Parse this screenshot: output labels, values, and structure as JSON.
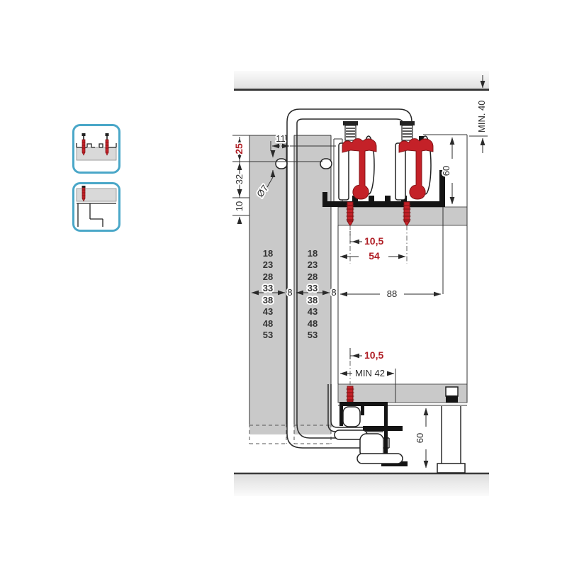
{
  "legend": {
    "top_icon": "track-screw-fixing-icon",
    "bottom_icon": "profile-screw-fixing-icon"
  },
  "dims": {
    "ceiling_clearance": "MIN. 40",
    "tube_offset": "11",
    "top_red": "25",
    "mid": "32",
    "small": "10",
    "hole": "Ø7",
    "track_h_top": "60",
    "track_h_bottom": "60",
    "gap_left": "8",
    "gap_right": "8",
    "depth": "88",
    "screw_offset_top": "10,5",
    "screw_spacing": "54",
    "screw_offset_bottom": "10,5",
    "min_clearance_bottom": "MIN 42"
  },
  "thicknesses": [
    "18",
    "23",
    "28",
    "33",
    "38",
    "43",
    "48",
    "53"
  ],
  "colors": {
    "accent": "#c42128",
    "dim_red": "#b01f26",
    "icon_border": "#4aa7c8",
    "panel_gray": "#c9c9c9"
  }
}
